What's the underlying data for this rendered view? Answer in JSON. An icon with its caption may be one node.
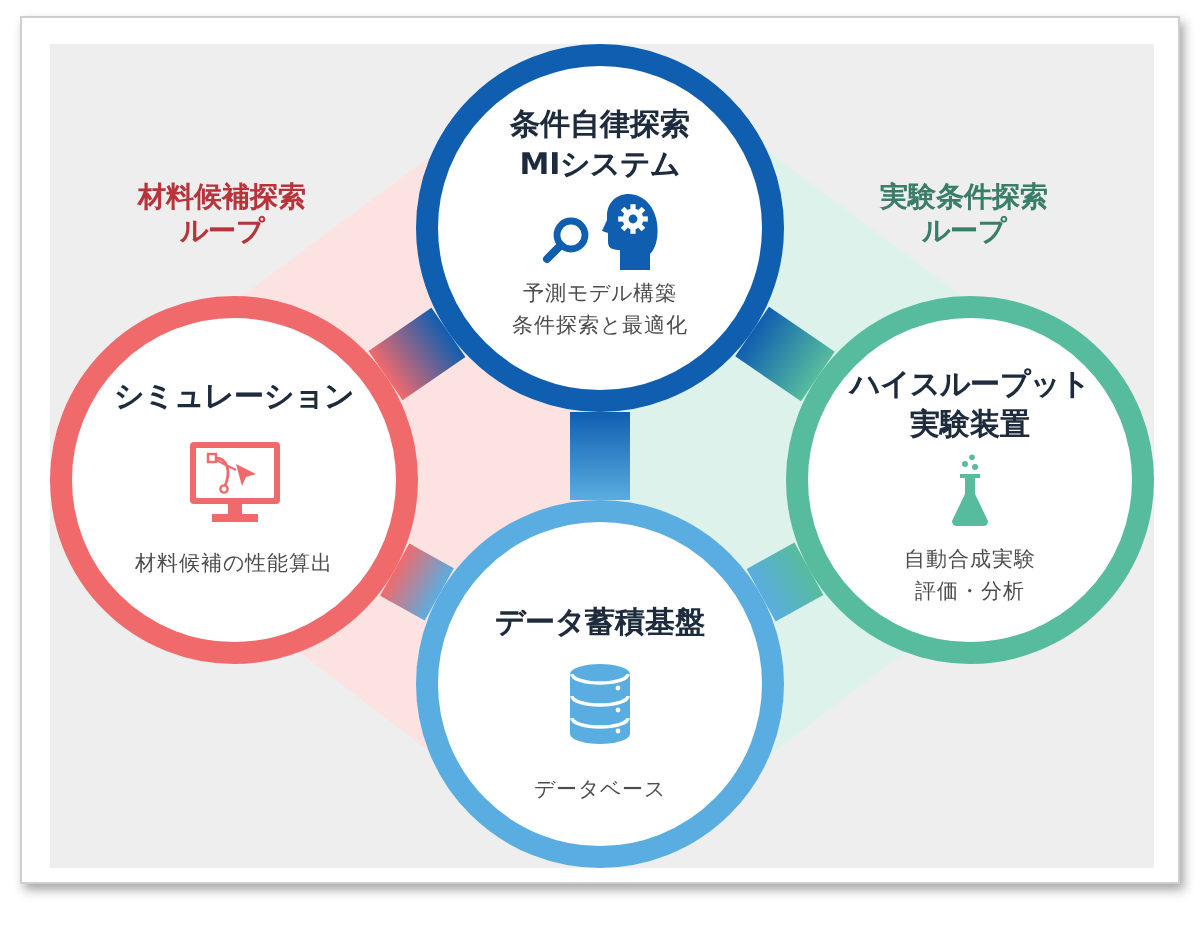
{
  "diagram": {
    "nodes": [
      {
        "text": [
          "条件自律探索MIシステム",
          "予測モデル構築",
          "条件探索と最適化"
        ]
      },
      {
        "text": [
          "シミュレーション",
          "材料候補の性能算出"
        ]
      },
      {
        "text": [
          "ハイスループット実験装置",
          "自動合成実験",
          "評価・分析"
        ]
      },
      {
        "text": [
          "データ蓄積基盤",
          "データベース"
        ]
      }
    ],
    "edges": [
      {
        "from": 0,
        "to": 1,
        "arrow": "none",
        "style": "thick"
      },
      {
        "from": 0,
        "to": 2,
        "arrow": "none",
        "style": "thick"
      },
      {
        "from": 0,
        "to": 3,
        "arrow": "none",
        "style": "thick"
      },
      {
        "from": 1,
        "to": 3,
        "arrow": "none",
        "style": "thick"
      },
      {
        "from": 2,
        "to": 3,
        "arrow": "none",
        "style": "thick"
      }
    ],
    "labels": [
      "材料候補探索ループ",
      "実験条件探索ループ"
    ]
  }
}
